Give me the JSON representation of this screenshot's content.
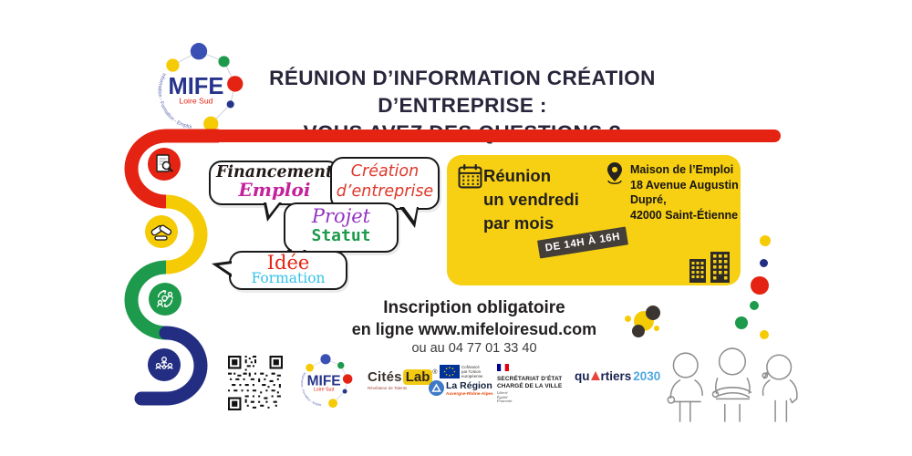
{
  "brand": {
    "name": "MIFE",
    "region": "Loire Sud",
    "tagline": "Information - Formation - Emploi"
  },
  "title": {
    "line1": "RÉUNION D’INFORMATION CRÉATION D’ENTREPRISE :",
    "line2": "VOUS AVEZ DES QUESTIONS ?"
  },
  "topics": {
    "financement": "Financement",
    "emploi": "Emploi",
    "creation_l1": "Création",
    "creation_l2": "d’entreprise",
    "projet": "Projet",
    "statut": "Statut",
    "idee": "Idée",
    "formation": "Formation"
  },
  "event": {
    "schedule_l1": "Réunion",
    "schedule_l2": "un vendredi",
    "schedule_l3": "par mois",
    "time_badge": "DE 14H À 16H",
    "venue_l1": "Maison de l’Emploi",
    "venue_l2": "18 Avenue Augustin",
    "venue_l3": "Dupré,",
    "venue_l4": "42000 Saint-Étienne"
  },
  "registration": {
    "l1": "Inscription obligatoire",
    "l2": "en ligne www.mifeloiresud.com",
    "l3": "ou au 04 77 01 33 40"
  },
  "partners": {
    "citeslab_a": "Cités",
    "citeslab_b": "Lab",
    "citeslab_reg": "®",
    "citeslab_sub": "Révélateur de Talents",
    "eu_l1": "Cofinancé",
    "eu_l2": "par l’Union",
    "eu_l3": "européenne",
    "region_name": "La Région",
    "region_sub": "Auvergne-Rhône-Alpes",
    "secretariat_l1": "SECRÉTARIAT D’ÉTAT",
    "secretariat_l2": "CHARGÉ DE LA VILLE",
    "motto_l1": "Liberté",
    "motto_l2": "Égalité",
    "motto_l3": "Fraternité",
    "quartiers_a": "qu",
    "quartiers_b": "rtiers",
    "quartiers_year": "2030"
  },
  "colors": {
    "red": "#E42313",
    "yellow": "#F5CB05",
    "box_yellow": "#F7D013",
    "green": "#1E9A4C",
    "navy": "#232E83",
    "magenta": "#C4219C",
    "purple": "#9233C4",
    "cyan": "#35C2E8",
    "title_text": "#28263B",
    "badge_bg": "#453F39"
  },
  "icons": {
    "calendar": "calendar-icon",
    "location": "location-pin-icon",
    "buildings": "buildings-icon",
    "document_search": "document-search-icon",
    "handshake": "handshake-icon",
    "people_cycle": "people-cycle-icon",
    "team_network": "team-network-icon",
    "qr": "qr-code",
    "eu_flag": "eu-flag-icon",
    "french_flag": "french-flag-icon",
    "region_mark": "region-logo-icon",
    "people_sketch": "people-illustration"
  }
}
